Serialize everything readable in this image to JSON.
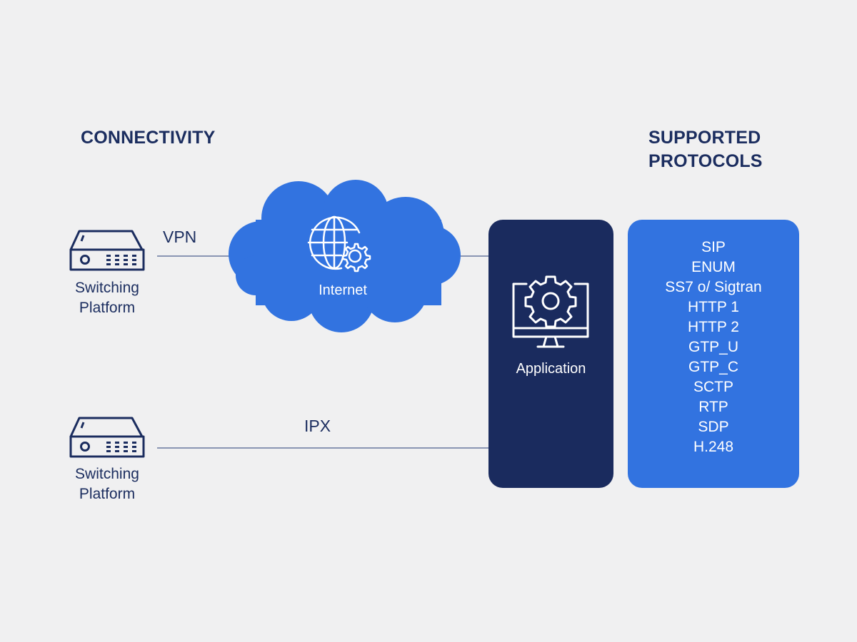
{
  "headings": {
    "connectivity": "CONNECTIVITY",
    "supported_protocols_line1": "SUPPORTED",
    "supported_protocols_line2": "PROTOCOLS"
  },
  "nodes": {
    "switching_platform_1": {
      "label_line1": "Switching",
      "label_line2": "Platform",
      "icon": "switch-device-icon"
    },
    "switching_platform_2": {
      "label_line1": "Switching",
      "label_line2": "Platform",
      "icon": "switch-device-icon"
    },
    "internet": {
      "label": "Internet",
      "icon": "globe-gear-icon"
    },
    "application": {
      "label": "Application",
      "icon": "monitor-gear-icon"
    }
  },
  "links": {
    "vpn": "VPN",
    "ipx": "IPX"
  },
  "protocols": [
    "SIP",
    "ENUM",
    "SS7 o/ Sigtran",
    "HTTP 1",
    "HTTP 2",
    "GTP_U",
    "GTP_C",
    "SCTP",
    "RTP",
    "SDP",
    "H.248"
  ],
  "colors": {
    "background": "#f0f0f1",
    "navy": "#1a2b5e",
    "blue": "#3273e0",
    "text_dark": "#1b2d5f",
    "line": "#8a95b3"
  }
}
